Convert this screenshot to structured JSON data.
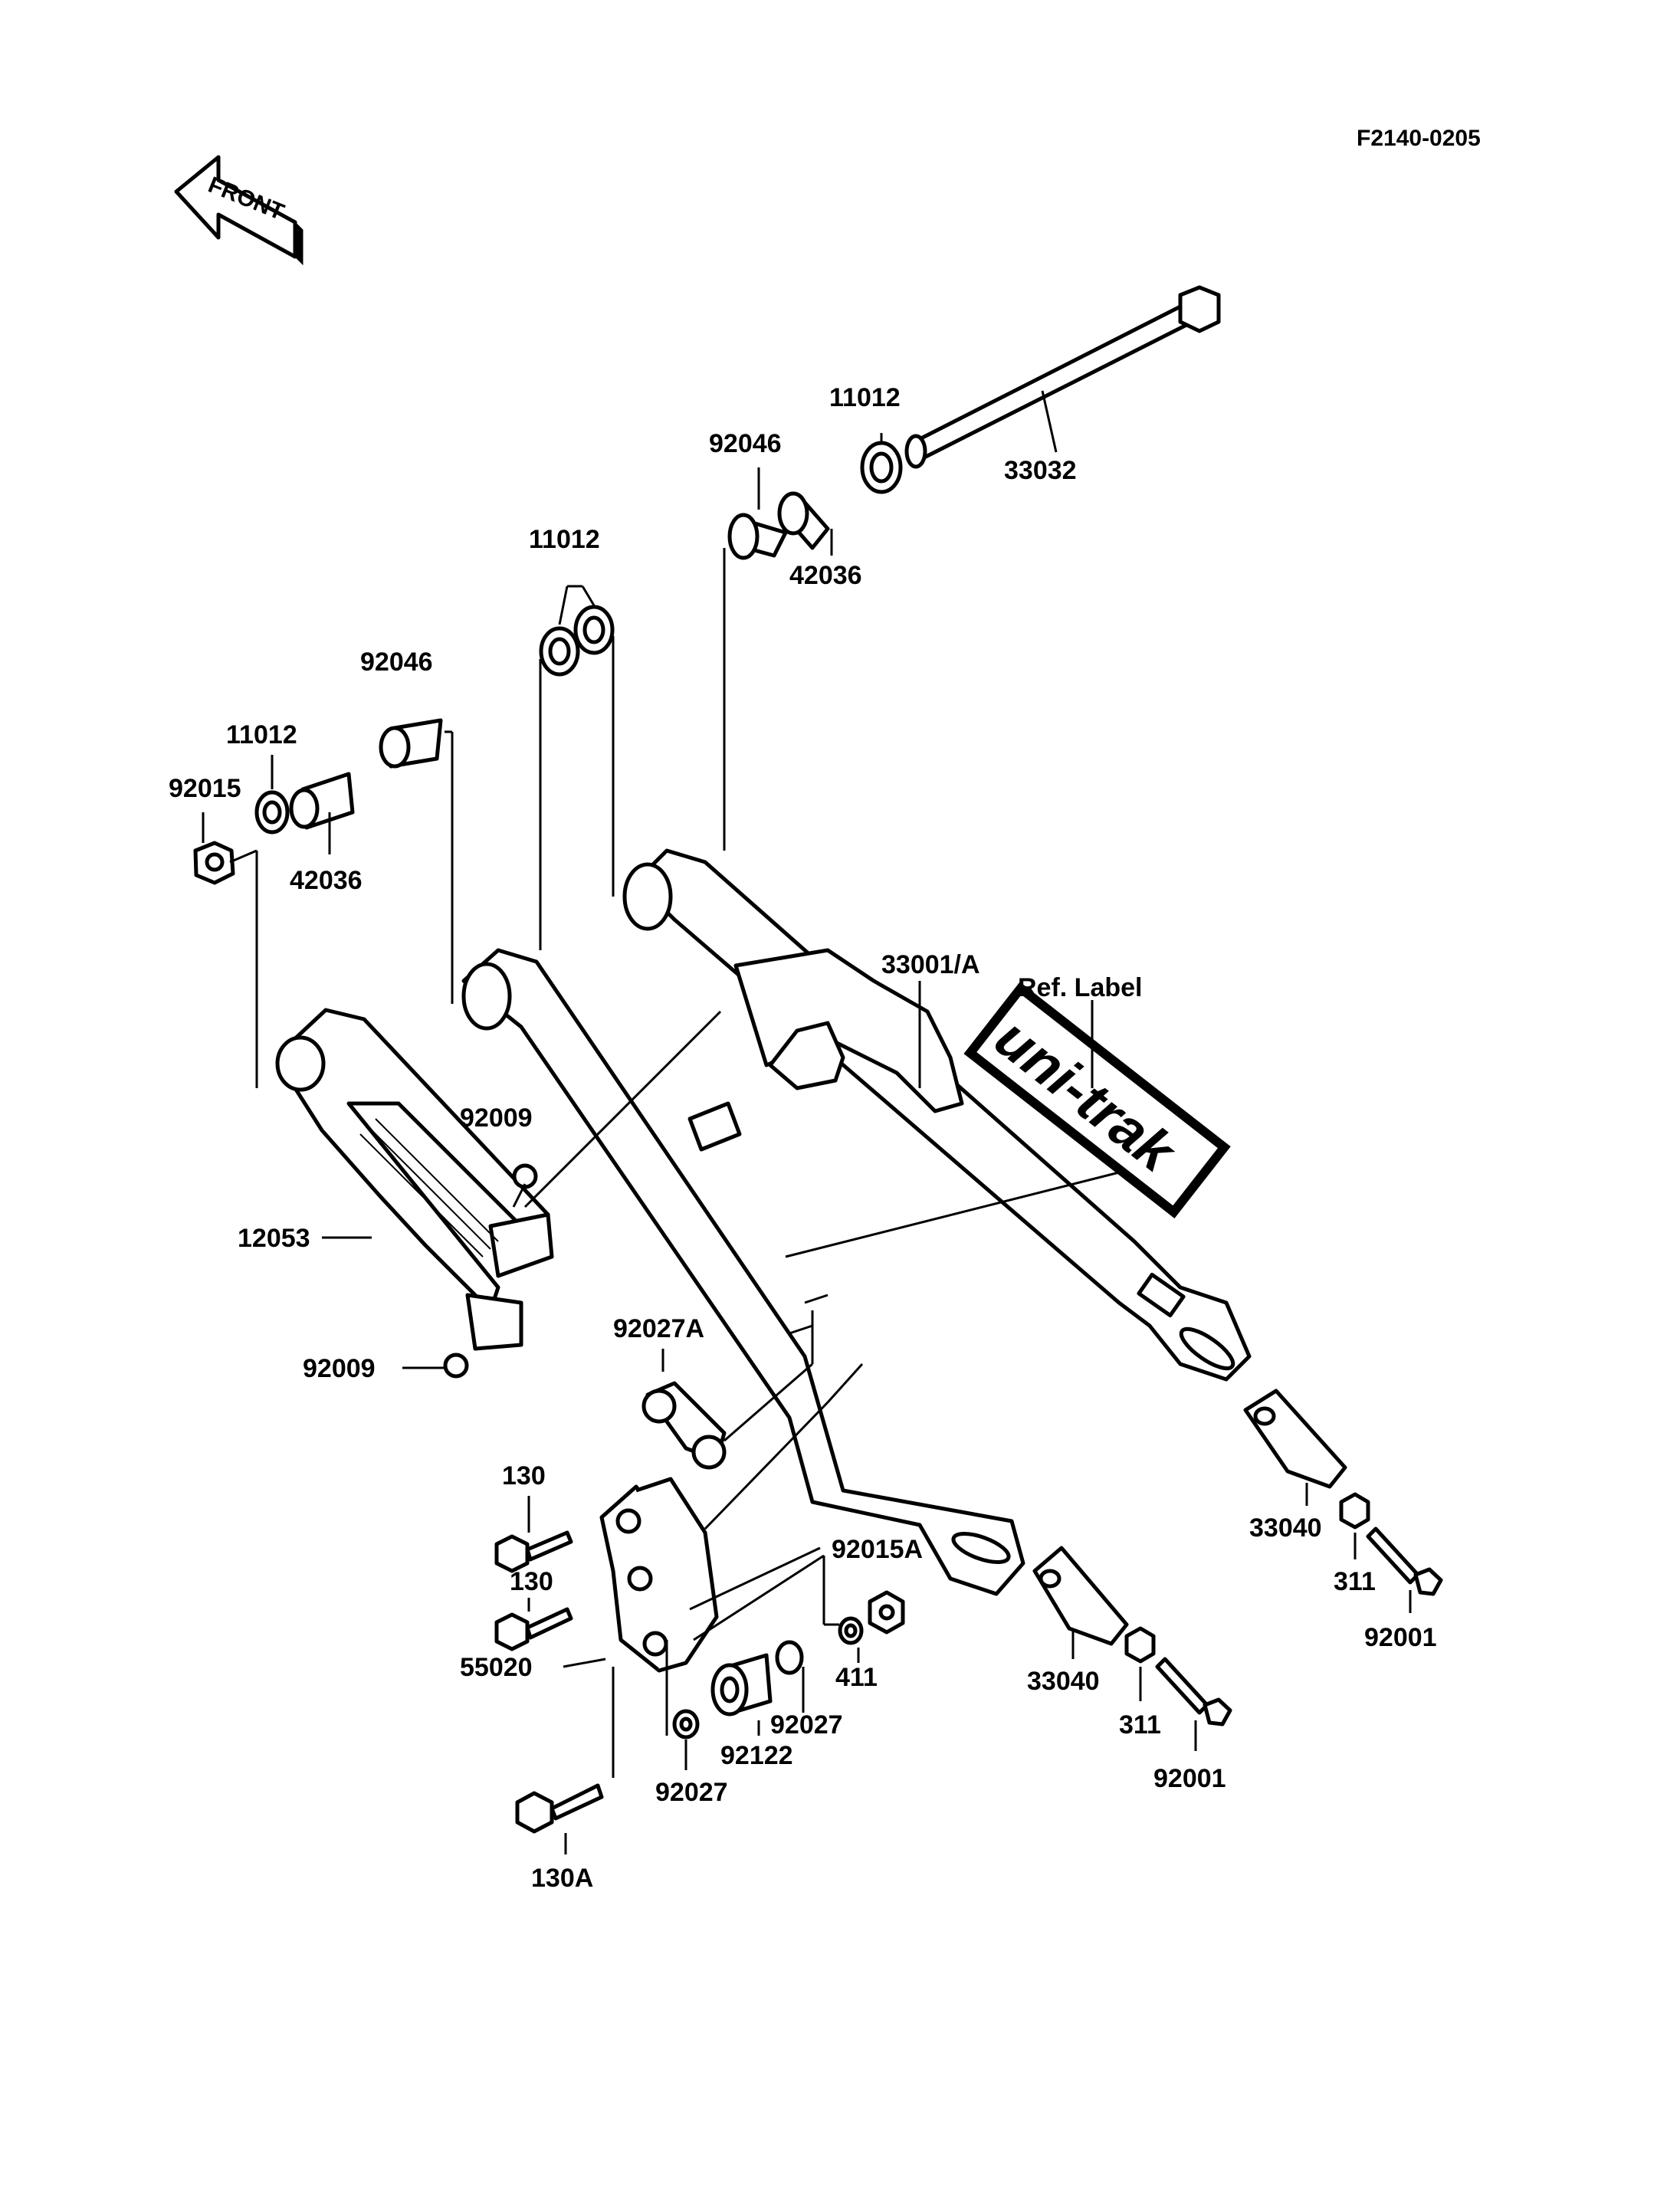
{
  "diagram": {
    "code": "F2140-0205",
    "front_arrow": "FRONT",
    "ref_label": "Ref. Label",
    "decal_text": "uni-trak",
    "labels": {
      "p33032": "33032",
      "p11012_top": "11012",
      "p92046_top": "92046",
      "p42036_top": "42036",
      "p11012_mid": "11012",
      "p92046_left": "92046",
      "p11012_left": "11012",
      "p92015": "92015",
      "p42036_left": "42036",
      "p33001": "33001/A",
      "p92009_a": "92009",
      "p12053": "12053",
      "p92009_b": "92009",
      "p92027A": "92027A",
      "p130_a": "130",
      "p130_b": "130",
      "p55020": "55020",
      "p92015A": "92015A",
      "p411": "411",
      "p92027_a": "92027",
      "p92122": "92122",
      "p92027_b": "92027",
      "p130A": "130A",
      "p33040_left": "33040",
      "p311_left": "311",
      "p92001_left": "92001",
      "p33040_right": "33040",
      "p311_right": "311",
      "p92001_right": "92001"
    }
  }
}
